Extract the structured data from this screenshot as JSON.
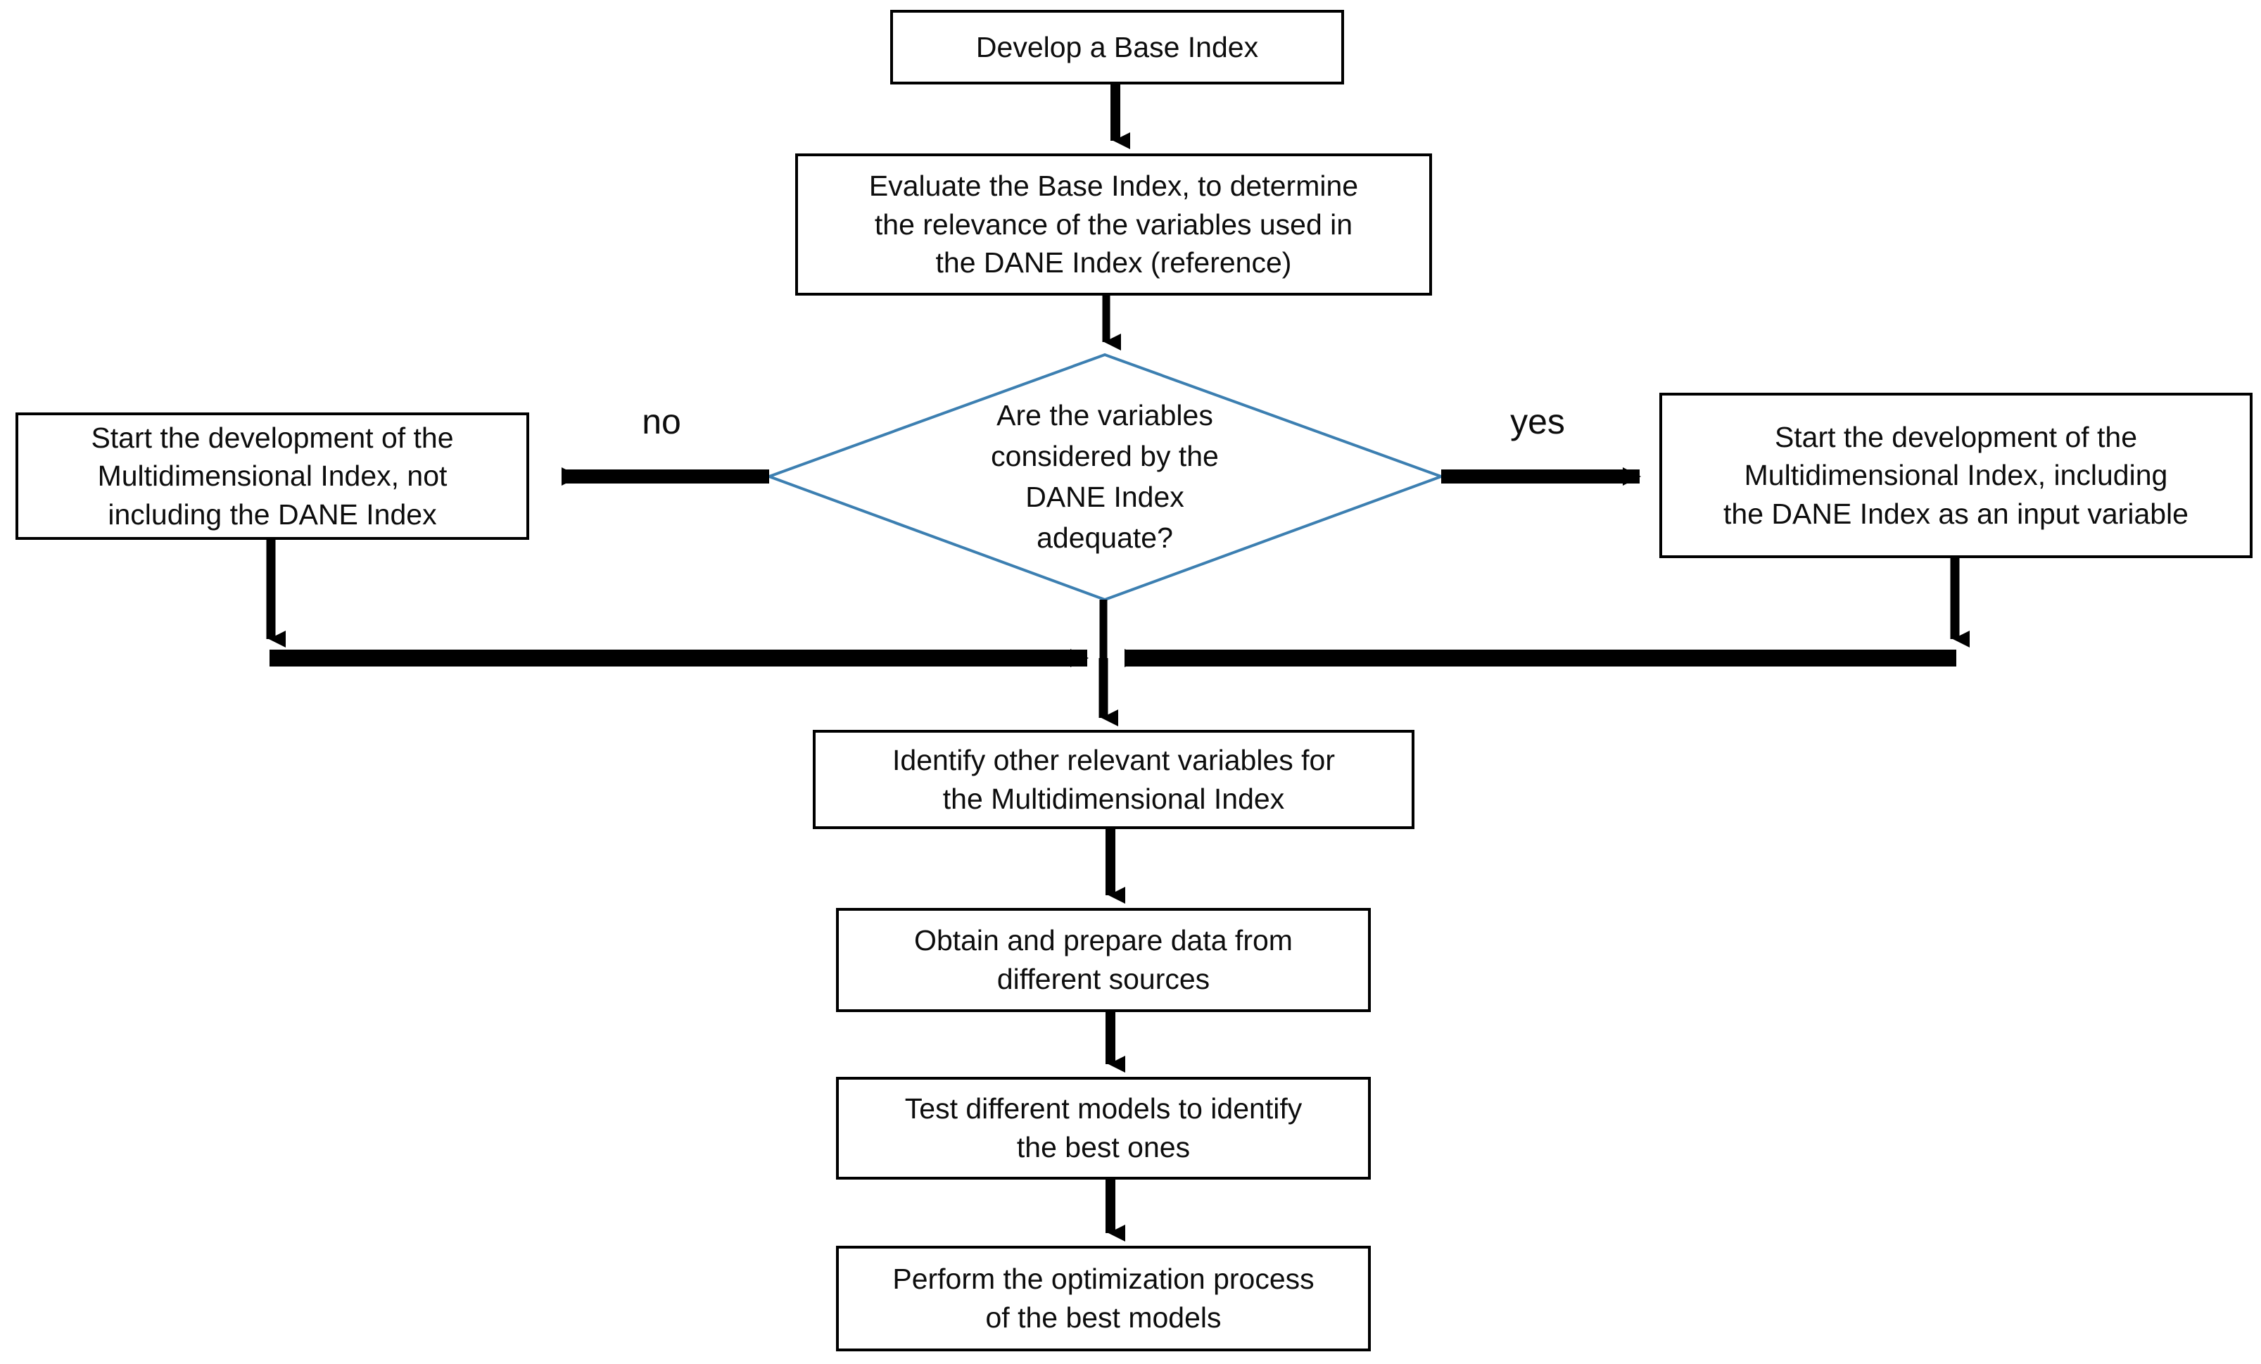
{
  "diagram": {
    "title": "Methodology flowchart for developing a Multidimensional Index",
    "type": "flowchart",
    "colors": {
      "box_border": "#000000",
      "decision_border": "#3C7FB1",
      "connector": "#000000",
      "text": "#0D0D0D",
      "background": "#FFFFFF"
    },
    "nodes": [
      {
        "id": "develop-base-index",
        "shape": "process",
        "label": "Develop a Base Index"
      },
      {
        "id": "evaluate-base-index",
        "shape": "process",
        "label": "Evaluate the Base Index, to determine\nthe relevance of the variables used in\nthe DANE Index (reference)"
      },
      {
        "id": "variables-adequate-decision",
        "shape": "decision",
        "label": "Are the variables\nconsidered by the\nDANE Index\nadequate?"
      },
      {
        "id": "start-without-dane",
        "shape": "process",
        "label": "Start the development of the\nMultidimensional Index, not\nincluding the DANE Index"
      },
      {
        "id": "start-with-dane",
        "shape": "process",
        "label": "Start the development of the\nMultidimensional Index, including\nthe DANE Index as an input variable"
      },
      {
        "id": "identify-other-variables",
        "shape": "process",
        "label": "Identify other relevant variables for\nthe Multidimensional Index"
      },
      {
        "id": "obtain-prepare-data",
        "shape": "process",
        "label": "Obtain and prepare data from\ndifferent sources"
      },
      {
        "id": "test-models",
        "shape": "process",
        "label": "Test different models to identify\nthe best ones"
      },
      {
        "id": "perform-optimization",
        "shape": "process",
        "label": "Perform the optimization process\nof the best models"
      }
    ],
    "edge_labels": {
      "no": "no",
      "yes": "yes"
    },
    "edges": [
      {
        "from": "develop-base-index",
        "to": "evaluate-base-index",
        "label": ""
      },
      {
        "from": "evaluate-base-index",
        "to": "variables-adequate-decision",
        "label": ""
      },
      {
        "from": "variables-adequate-decision",
        "to": "start-without-dane",
        "label": "no"
      },
      {
        "from": "variables-adequate-decision",
        "to": "start-with-dane",
        "label": "yes"
      },
      {
        "from": "start-without-dane",
        "to": "identify-other-variables",
        "label": ""
      },
      {
        "from": "start-with-dane",
        "to": "identify-other-variables",
        "label": ""
      },
      {
        "from": "identify-other-variables",
        "to": "obtain-prepare-data",
        "label": ""
      },
      {
        "from": "obtain-prepare-data",
        "to": "test-models",
        "label": ""
      },
      {
        "from": "test-models",
        "to": "perform-optimization",
        "label": ""
      }
    ]
  }
}
